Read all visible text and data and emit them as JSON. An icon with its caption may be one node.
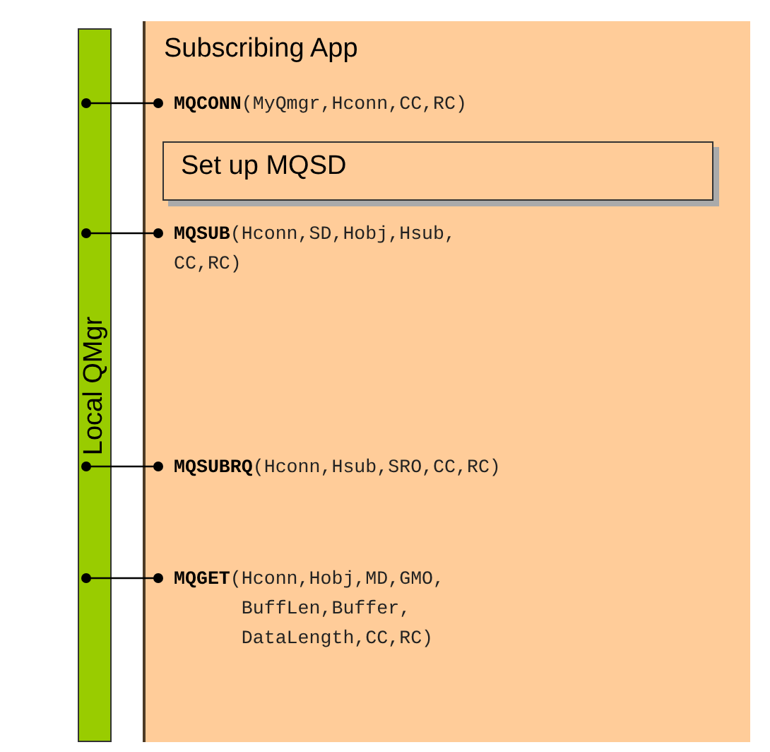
{
  "diagram": {
    "nodes": [
      {
        "text": [
          "Local QMgr"
        ]
      },
      {
        "text": [
          "Subscribing App"
        ]
      },
      {
        "text": [
          "Set up MQSD"
        ],
        "in": 1
      },
      {
        "text": [
          "**MQCONN**(MyQmgr,Hconn,CC,RC)"
        ],
        "in": 1
      },
      {
        "text": [
          "**MQSUB**(Hconn,SD,Hobj,Hsub, CC,RC)"
        ],
        "in": 1
      },
      {
        "text": [
          "**MQSUBRQ**(Hconn,Hsub,SRO,CC,RC)"
        ],
        "in": 1
      },
      {
        "text": [
          "**MQGET**(Hconn,Hobj,MD,GMO, BuffLen,Buffer, DataLength,CC,RC)"
        ],
        "in": 1
      }
    ],
    "edges": [
      {
        "from": 0,
        "to": 3,
        "arrow": "other"
      },
      {
        "from": 0,
        "to": 4,
        "arrow": "other"
      },
      {
        "from": 0,
        "to": 5,
        "arrow": "other"
      },
      {
        "from": 0,
        "to": 6,
        "arrow": "other"
      }
    ]
  }
}
